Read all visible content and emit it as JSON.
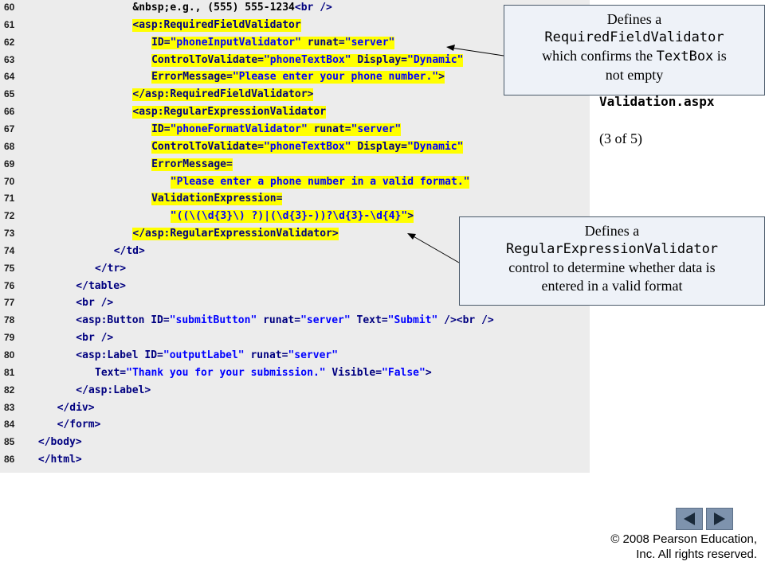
{
  "code_lines": [
    {
      "num": "60",
      "indent": 16,
      "hl": false,
      "tokens": [
        {
          "t": "txt",
          "v": "&nbsp;e.g., (555) 555-1234"
        },
        {
          "t": "tag",
          "v": "<br />"
        }
      ]
    },
    {
      "num": "61",
      "indent": 16,
      "hl": true,
      "tokens": [
        {
          "t": "tag",
          "v": "<asp:RequiredFieldValidator"
        }
      ]
    },
    {
      "num": "62",
      "indent": 19,
      "hl": true,
      "tokens": [
        {
          "t": "attr",
          "v": "ID="
        },
        {
          "t": "val",
          "v": "\"phoneInputValidator\""
        },
        {
          "t": "txt",
          "v": " "
        },
        {
          "t": "attr",
          "v": "runat="
        },
        {
          "t": "val",
          "v": "\"server\""
        }
      ]
    },
    {
      "num": "63",
      "indent": 19,
      "hl": true,
      "tokens": [
        {
          "t": "attr",
          "v": "ControlToValidate="
        },
        {
          "t": "val",
          "v": "\"phoneTextBox\""
        },
        {
          "t": "txt",
          "v": " "
        },
        {
          "t": "attr",
          "v": "Display="
        },
        {
          "t": "val",
          "v": "\"Dynamic\""
        }
      ]
    },
    {
      "num": "64",
      "indent": 19,
      "hl": true,
      "tokens": [
        {
          "t": "attr",
          "v": "ErrorMessage="
        },
        {
          "t": "val",
          "v": "\"Please enter your phone number.\""
        },
        {
          "t": "tag",
          "v": ">"
        }
      ]
    },
    {
      "num": "65",
      "indent": 16,
      "hl": true,
      "tokens": [
        {
          "t": "tag",
          "v": "</asp:RequiredFieldValidator>"
        }
      ]
    },
    {
      "num": "66",
      "indent": 16,
      "hl": true,
      "tokens": [
        {
          "t": "tag",
          "v": "<asp:RegularExpressionValidator"
        }
      ]
    },
    {
      "num": "67",
      "indent": 19,
      "hl": true,
      "tokens": [
        {
          "t": "attr",
          "v": "ID="
        },
        {
          "t": "val",
          "v": "\"phoneFormatValidator\""
        },
        {
          "t": "txt",
          "v": " "
        },
        {
          "t": "attr",
          "v": "runat="
        },
        {
          "t": "val",
          "v": "\"server\""
        }
      ]
    },
    {
      "num": "68",
      "indent": 19,
      "hl": true,
      "tokens": [
        {
          "t": "attr",
          "v": "ControlToValidate="
        },
        {
          "t": "val",
          "v": "\"phoneTextBox\""
        },
        {
          "t": "txt",
          "v": " "
        },
        {
          "t": "attr",
          "v": "Display="
        },
        {
          "t": "val",
          "v": "\"Dynamic\""
        }
      ]
    },
    {
      "num": "69",
      "indent": 19,
      "hl": true,
      "tokens": [
        {
          "t": "attr",
          "v": "ErrorMessage="
        }
      ]
    },
    {
      "num": "70",
      "indent": 22,
      "hl": true,
      "tokens": [
        {
          "t": "val",
          "v": "\"Please enter a phone number in a valid format.\""
        }
      ]
    },
    {
      "num": "71",
      "indent": 19,
      "hl": true,
      "tokens": [
        {
          "t": "attr",
          "v": "ValidationExpression="
        }
      ]
    },
    {
      "num": "72",
      "indent": 22,
      "hl": true,
      "tokens": [
        {
          "t": "val",
          "v": "\"((\\(\\d{3}\\) ?)|(\\d{3}-))?\\d{3}-\\d{4}\""
        },
        {
          "t": "tag",
          "v": ">"
        }
      ]
    },
    {
      "num": "73",
      "indent": 16,
      "hl": true,
      "tokens": [
        {
          "t": "tag",
          "v": "</asp:RegularExpressionValidator>"
        }
      ]
    },
    {
      "num": "74",
      "indent": 13,
      "hl": false,
      "tokens": [
        {
          "t": "tag",
          "v": "</td>"
        }
      ]
    },
    {
      "num": "75",
      "indent": 10,
      "hl": false,
      "tokens": [
        {
          "t": "tag",
          "v": "</tr>"
        }
      ]
    },
    {
      "num": "76",
      "indent": 7,
      "hl": false,
      "tokens": [
        {
          "t": "tag",
          "v": "</table>"
        }
      ]
    },
    {
      "num": "77",
      "indent": 7,
      "hl": false,
      "tokens": [
        {
          "t": "tag",
          "v": "<br />"
        }
      ]
    },
    {
      "num": "78",
      "indent": 7,
      "hl": false,
      "tokens": [
        {
          "t": "tag",
          "v": "<asp:Button"
        },
        {
          "t": "txt",
          "v": " "
        },
        {
          "t": "attr",
          "v": "ID="
        },
        {
          "t": "val",
          "v": "\"submitButton\""
        },
        {
          "t": "txt",
          "v": " "
        },
        {
          "t": "attr",
          "v": "runat="
        },
        {
          "t": "val",
          "v": "\"server\""
        },
        {
          "t": "txt",
          "v": " "
        },
        {
          "t": "attr",
          "v": "Text="
        },
        {
          "t": "val",
          "v": "\"Submit\""
        },
        {
          "t": "txt",
          "v": " "
        },
        {
          "t": "tag",
          "v": "/><br />"
        }
      ]
    },
    {
      "num": "79",
      "indent": 7,
      "hl": false,
      "tokens": [
        {
          "t": "tag",
          "v": "<br />"
        }
      ]
    },
    {
      "num": "80",
      "indent": 7,
      "hl": false,
      "tokens": [
        {
          "t": "tag",
          "v": "<asp:Label"
        },
        {
          "t": "txt",
          "v": " "
        },
        {
          "t": "attr",
          "v": "ID="
        },
        {
          "t": "val",
          "v": "\"outputLabel\""
        },
        {
          "t": "txt",
          "v": " "
        },
        {
          "t": "attr",
          "v": "runat="
        },
        {
          "t": "val",
          "v": "\"server\""
        }
      ]
    },
    {
      "num": "81",
      "indent": 10,
      "hl": false,
      "tokens": [
        {
          "t": "attr",
          "v": "Text="
        },
        {
          "t": "val",
          "v": "\"Thank you for your submission.\""
        },
        {
          "t": "txt",
          "v": " "
        },
        {
          "t": "attr",
          "v": "Visible="
        },
        {
          "t": "val",
          "v": "\"False\""
        },
        {
          "t": "tag",
          "v": ">"
        }
      ]
    },
    {
      "num": "82",
      "indent": 7,
      "hl": false,
      "tokens": [
        {
          "t": "tag",
          "v": "</asp:Label>"
        }
      ]
    },
    {
      "num": "83",
      "indent": 4,
      "hl": false,
      "tokens": [
        {
          "t": "tag",
          "v": "</div>"
        }
      ]
    },
    {
      "num": "84",
      "indent": 4,
      "hl": false,
      "tokens": [
        {
          "t": "tag",
          "v": "</form>"
        }
      ]
    },
    {
      "num": "85",
      "indent": 1,
      "hl": false,
      "tokens": [
        {
          "t": "tag",
          "v": "</body>"
        }
      ]
    },
    {
      "num": "86",
      "indent": 1,
      "hl": false,
      "tokens": [
        {
          "t": "tag",
          "v": "</html>"
        }
      ]
    }
  ],
  "sidebar": {
    "file_name": "Validation.aspx",
    "page_indicator": "(3 of 5)"
  },
  "callout_required": {
    "line1": "Defines a",
    "mono1": "RequiredFieldValidator",
    "line2a": "which confirms the ",
    "mono2": "TextBox",
    "line2b": " is",
    "line3": "not empty"
  },
  "callout_regex": {
    "line1": "Defines a",
    "mono1": "RegularExpressionValidator",
    "line2": "control to determine whether data is",
    "line3": "entered in a valid format"
  },
  "nav": {
    "prev_icon": "triangle-left-icon",
    "next_icon": "triangle-right-icon"
  },
  "copyright": {
    "line1": "© 2008 Pearson Education,",
    "line2": "Inc.  All rights reserved."
  },
  "colors": {
    "code_background": "#ececec",
    "highlight": "#ffff00",
    "tag": "#000080",
    "value": "#0000ff",
    "callout_background": "#eef2f8",
    "nav_button": "#7e93ad"
  }
}
